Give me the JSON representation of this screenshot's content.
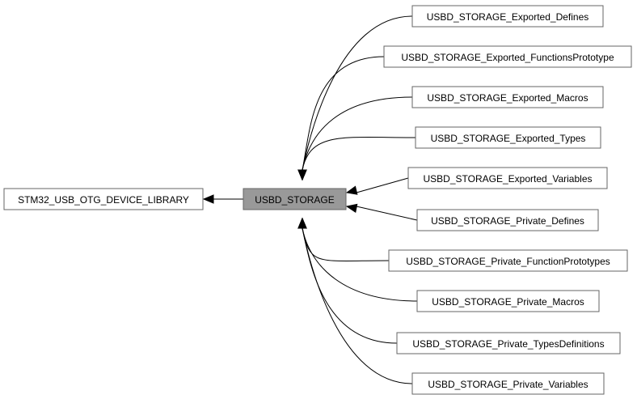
{
  "diagram": {
    "parent": {
      "label": "STM32_USB_OTG_DEVICE_LIBRARY"
    },
    "current": {
      "label": "USBD_STORAGE"
    },
    "children": [
      {
        "label": "USBD_STORAGE_Exported_Defines"
      },
      {
        "label": "USBD_STORAGE_Exported_FunctionsPrototype"
      },
      {
        "label": "USBD_STORAGE_Exported_Macros"
      },
      {
        "label": "USBD_STORAGE_Exported_Types"
      },
      {
        "label": "USBD_STORAGE_Exported_Variables"
      },
      {
        "label": "USBD_STORAGE_Private_Defines"
      },
      {
        "label": "USBD_STORAGE_Private_FunctionPrototypes"
      },
      {
        "label": "USBD_STORAGE_Private_Macros"
      },
      {
        "label": "USBD_STORAGE_Private_TypesDefinitions"
      },
      {
        "label": "USBD_STORAGE_Private_Variables"
      }
    ],
    "colors": {
      "node_border": "#666666",
      "current_fill": "#999999",
      "edge": "#000000"
    }
  }
}
